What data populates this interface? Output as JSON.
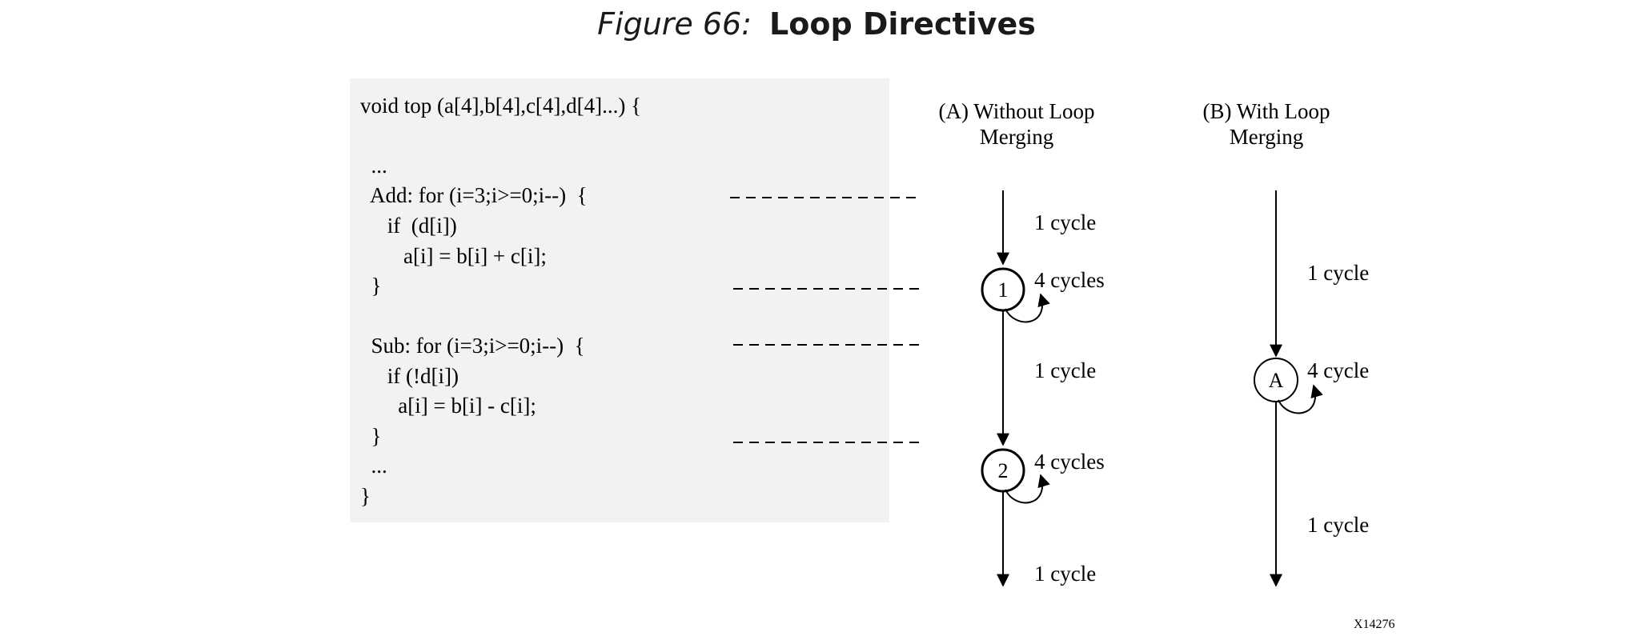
{
  "figure": {
    "number": "Figure 66:",
    "title": "Loop Directives"
  },
  "code": {
    "lines": [
      "void top (a[4],b[4],c[4],d[4]...) {",
      "",
      "  ...",
      "  Add: for (i=3;i>=0;i--)  {",
      "     if  (d[i])",
      "        a[i] = b[i] + c[i];",
      "  }",
      "",
      "  Sub: for (i=3;i>=0;i--)  {",
      "     if (!d[i])",
      "       a[i] = b[i] - c[i];",
      "  }",
      "  ...",
      "}"
    ]
  },
  "panel_a": {
    "title_line1": "(A) Without Loop",
    "title_line2": "Merging",
    "node1": "1",
    "node2": "2",
    "edge1": "1 cycle",
    "loop1": "4 cycles",
    "edge2": "1 cycle",
    "loop2": "4 cycles",
    "edge3": "1 cycle"
  },
  "panel_b": {
    "title_line1": "(B) With Loop",
    "title_line2": "Merging",
    "node": "A",
    "edge1": "1 cycle",
    "loop": "4 cycle",
    "edge2": "1 cycle"
  },
  "figure_id": "X14276"
}
